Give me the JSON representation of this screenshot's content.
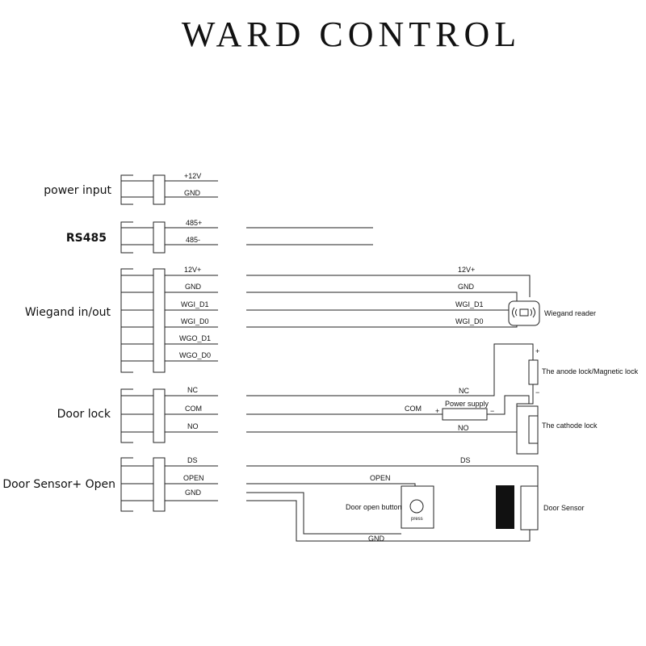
{
  "title": "WARD CONTROL",
  "groups": {
    "power": {
      "label": "power input",
      "pins": [
        "+12V",
        "GND"
      ]
    },
    "rs485": {
      "label": "RS485",
      "pins": [
        "485+",
        "485-"
      ]
    },
    "wiegand": {
      "label": "Wiegand in/out",
      "pins": [
        "12V+",
        "GND",
        "WGI_D1",
        "WGI_D0",
        "WGO_D1",
        "WGO_D0"
      ]
    },
    "doorlock": {
      "label": "Door lock",
      "pins": [
        "NC",
        "COM",
        "NO"
      ]
    },
    "sensor": {
      "label": "Door Sensor+ Open",
      "pins": [
        "DS",
        "OPEN",
        "GND"
      ]
    }
  },
  "wire_labels": {
    "w12v": "12V+",
    "wgnd": "GND",
    "wd1": "WGI_D1",
    "wd0": "WGI_D0",
    "nc": "NC",
    "com": "COM",
    "no": "NO",
    "ds": "DS",
    "open": "OPEN",
    "gnd_bottom": "GND"
  },
  "devices": {
    "wiegand_reader": "Wiegand reader",
    "anode_lock": "The anode lock/Magnetic lock",
    "cathode_lock": "The cathode lock",
    "power_supply": "Power supply",
    "plus": "+",
    "minus": "−",
    "plus_short": "+",
    "minus_short": "−",
    "door_open_button": "Door open button",
    "press": "press",
    "door_sensor": "Door Sensor"
  }
}
